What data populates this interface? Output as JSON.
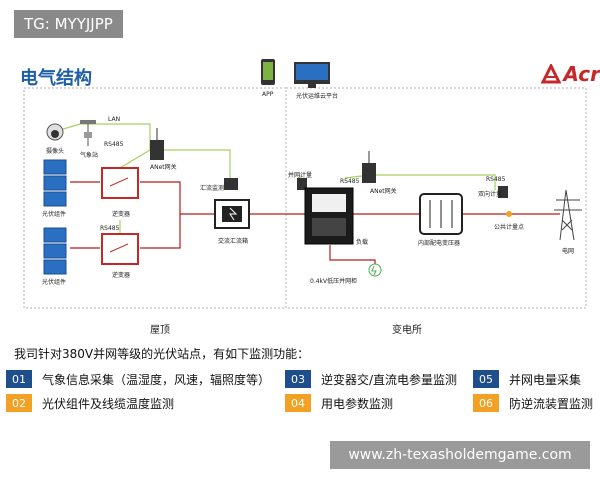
{
  "badge": "TG: MYYJJPP",
  "title": "电气结构",
  "logo": {
    "text": "Acr",
    "brand_color": "#c62828"
  },
  "top_icons": {
    "app_label": "APP",
    "cloud_label": "光伏运维云平台"
  },
  "labels": {
    "camera": "摄像头",
    "weather": "气象站",
    "lan": "LAN",
    "rs485_a": "RS485",
    "rs485_b": "RS485",
    "rs485_c": "RS485",
    "rs485_d": "RS485",
    "anet_a": "ANet网关",
    "anet_b": "ANet网关",
    "pv_module_a": "光伏组件",
    "pv_module_b": "光伏组件",
    "inverter_a": "逆变器",
    "inverter_b": "逆变器",
    "dc_monitor": "汇流监测",
    "ac_combiner": "交流汇流箱",
    "grid_meter": "并网计量",
    "load": "负载",
    "lv_cabinet": "0.4kV低压并网柜",
    "transformer": "内部配电变压器",
    "bidir_meter": "双向计量",
    "public_meter": "公共计量点",
    "grid": "电网"
  },
  "regions": {
    "roof": "屋顶",
    "substation": "变电所"
  },
  "intro": "我司针对380V并网等级的光伏站点，有如下监测功能：",
  "features": [
    {
      "num": "01",
      "text": "气象信息采集（温湿度，风速，辐照度等）",
      "color": "blue"
    },
    {
      "num": "02",
      "text": "光伏组件及线缆温度监测",
      "color": "orange"
    },
    {
      "num": "03",
      "text": "逆变器交/直流电参量监测",
      "color": "blue"
    },
    {
      "num": "04",
      "text": "用电参数监测",
      "color": "orange"
    },
    {
      "num": "05",
      "text": "并网电量采集",
      "color": "blue"
    },
    {
      "num": "06",
      "text": "防逆流装置监测",
      "color": "orange"
    }
  ],
  "url": "www.zh-texasholdemgame.com",
  "colors": {
    "blue": "#1f4e8c",
    "orange": "#f2a124",
    "red_line": "#b71c1c",
    "green_line": "#a8d060",
    "title_blue": "#1d5fa8"
  }
}
